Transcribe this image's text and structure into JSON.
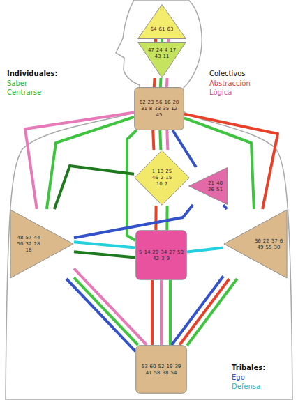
{
  "diagram": {
    "nodes": [
      {
        "text": [
          "64",
          "61",
          "63"
        ]
      },
      {
        "text": [
          "47",
          "24",
          "4",
          "17",
          "43",
          "11"
        ]
      },
      {
        "text": [
          "62",
          "23",
          "56",
          "16",
          "20",
          "31",
          "8",
          "33",
          "35",
          "12",
          "45"
        ]
      },
      {
        "text": [
          "1",
          "13",
          "25",
          "46",
          "2",
          "15",
          "10",
          "7"
        ]
      },
      {
        "text": [
          "21",
          "40",
          "26",
          "51"
        ]
      },
      {
        "text": [
          "48",
          "57",
          "44",
          "50",
          "32",
          "28",
          "18"
        ]
      },
      {
        "text": [
          "36",
          "22",
          "37",
          "6",
          "49",
          "55",
          "30"
        ]
      },
      {
        "text": [
          "5",
          "14",
          "29",
          "34",
          "27",
          "59",
          "42",
          "3",
          "9"
        ]
      },
      {
        "text": [
          "53",
          "60",
          "52",
          "19",
          "39",
          "41",
          "58",
          "38",
          "54"
        ]
      }
    ],
    "edges": [
      {
        "from": 0,
        "to": 1,
        "arrow": "none"
      },
      {
        "from": 0,
        "to": 1,
        "arrow": "none"
      },
      {
        "from": 0,
        "to": 1,
        "arrow": "none"
      },
      {
        "from": 1,
        "to": 2,
        "arrow": "none"
      },
      {
        "from": 1,
        "to": 2,
        "arrow": "none"
      },
      {
        "from": 1,
        "to": 2,
        "arrow": "none"
      },
      {
        "from": 2,
        "to": 3,
        "arrow": "none"
      },
      {
        "from": 2,
        "to": 3,
        "arrow": "none"
      },
      {
        "from": 2,
        "to": 3,
        "arrow": "none"
      },
      {
        "from": 2,
        "to": 5,
        "arrow": "none"
      },
      {
        "from": 2,
        "to": 5,
        "arrow": "none"
      },
      {
        "from": 2,
        "to": 4,
        "arrow": "none"
      },
      {
        "from": 2,
        "to": 6,
        "arrow": "none"
      },
      {
        "from": 2,
        "to": 6,
        "arrow": "none"
      },
      {
        "from": 2,
        "to": 7,
        "arrow": "none"
      },
      {
        "from": 3,
        "to": 5,
        "arrow": "none"
      },
      {
        "from": 3,
        "to": 7,
        "arrow": "none"
      },
      {
        "from": 3,
        "to": 7,
        "arrow": "none"
      },
      {
        "from": 4,
        "to": 5,
        "arrow": "none"
      },
      {
        "from": 4,
        "to": 6,
        "arrow": "none"
      },
      {
        "from": 5,
        "to": 7,
        "arrow": "none"
      },
      {
        "from": 5,
        "to": 7,
        "arrow": "none"
      },
      {
        "from": 6,
        "to": 7,
        "arrow": "none"
      },
      {
        "from": 5,
        "to": 8,
        "arrow": "none"
      },
      {
        "from": 5,
        "to": 8,
        "arrow": "none"
      },
      {
        "from": 5,
        "to": 8,
        "arrow": "none"
      },
      {
        "from": 7,
        "to": 8,
        "arrow": "none"
      },
      {
        "from": 7,
        "to": 8,
        "arrow": "none"
      },
      {
        "from": 7,
        "to": 8,
        "arrow": "none"
      },
      {
        "from": 6,
        "to": 8,
        "arrow": "none"
      },
      {
        "from": 6,
        "to": 8,
        "arrow": "none"
      },
      {
        "from": 6,
        "to": 8,
        "arrow": "none"
      }
    ],
    "labels": [
      "Individuales:",
      "Saber",
      "Centrarse",
      "Colectivos",
      "Abstracción",
      "Lógica",
      "Tribales:",
      "Ego",
      "Defensa"
    ]
  }
}
